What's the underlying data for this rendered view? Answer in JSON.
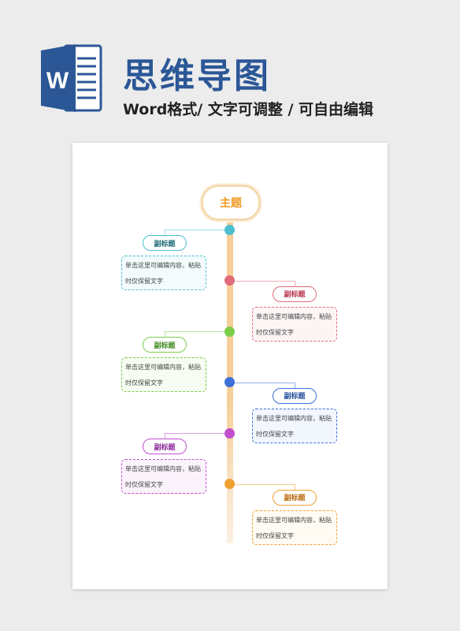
{
  "header": {
    "title": "思维导图",
    "subtitle": "Word格式/ 文字可调整 / 可自由编辑",
    "logo_icon": "word-icon",
    "brand_color": "#2b5797"
  },
  "mindmap": {
    "main_topic": "主题",
    "branches": [
      {
        "label": "副标题",
        "line1": "单击这里可编辑内容，粘贴",
        "line2": "时仅保留文字",
        "side": "left",
        "color": "#4bbfcf",
        "text_color": "#1d6b78",
        "bg": "#f3fbfd"
      },
      {
        "label": "副标题",
        "line1": "单击这里可编辑内容，粘贴",
        "line2": "时仅保留文字",
        "side": "right",
        "color": "#e06b7a",
        "text_color": "#b8354a",
        "bg": "#fdf5f5"
      },
      {
        "label": "副标题",
        "line1": "单击这里可编辑内容，粘贴",
        "line2": "时仅保留文字",
        "side": "left",
        "color": "#7ccd4a",
        "text_color": "#3f8a1e",
        "bg": "#f6fcf1"
      },
      {
        "label": "副标题",
        "line1": "单击这里可编辑内容，粘贴",
        "line2": "时仅保留文字",
        "side": "right",
        "color": "#3c6fd8",
        "text_color": "#244f9e",
        "bg": "#f2f6fd"
      },
      {
        "label": "副标题",
        "line1": "单击这里可编辑内容，粘贴",
        "line2": "时仅保留文字",
        "side": "left",
        "color": "#c24fcf",
        "text_color": "#8a2a98",
        "bg": "#fbf3fc"
      },
      {
        "label": "副标题",
        "line1": "单击这里可编辑内容，粘贴",
        "line2": "时仅保留文字",
        "side": "right",
        "color": "#f0a033",
        "text_color": "#b86a0c",
        "bg": "#fffaf2"
      }
    ]
  }
}
